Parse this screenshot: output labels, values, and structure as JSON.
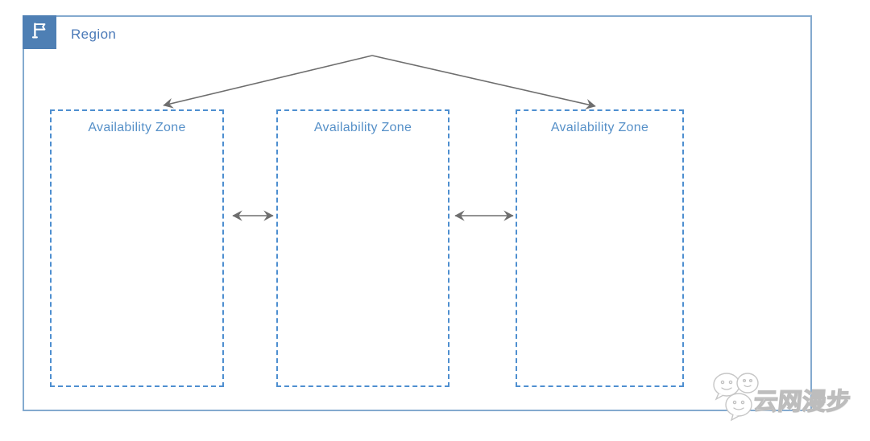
{
  "diagram": {
    "region": {
      "label": "Region",
      "icon": "flag-icon"
    },
    "availability_zones": [
      {
        "label": "Availability Zone"
      },
      {
        "label": "Availability Zone"
      },
      {
        "label": "Availability Zone"
      }
    ],
    "connections": [
      {
        "from": "region-top-apex",
        "to": "availability-zone-1",
        "type": "arrow"
      },
      {
        "from": "region-top-apex",
        "to": "availability-zone-3",
        "type": "arrow"
      },
      {
        "from": "availability-zone-1",
        "to": "availability-zone-2",
        "type": "double-arrow"
      },
      {
        "from": "availability-zone-2",
        "to": "availability-zone-3",
        "type": "double-arrow"
      }
    ],
    "watermark": {
      "text": "云网漫步",
      "icon": "chat-bubbles-logo"
    },
    "colors": {
      "region_border": "#84aacf",
      "region_icon_bg": "#4e7fb4",
      "region_label": "#4b7ab8",
      "az_border": "#4e8fd0",
      "az_label": "#5690c8",
      "arrow": "#6e6e6e",
      "watermark": "#bdbdbd"
    }
  }
}
